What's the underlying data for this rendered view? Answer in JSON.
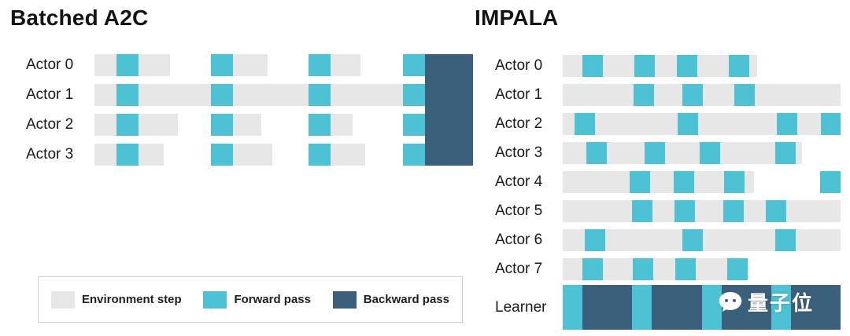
{
  "colors": {
    "env": "#e7e7e7",
    "fwd": "#4cc2d4",
    "bwd": "#3a607c",
    "text": "#1a1a1a"
  },
  "left": {
    "title": "Batched A2C",
    "rows": [
      {
        "label": "Actor 0",
        "segments": [
          [
            "env",
            28
          ],
          [
            "fwd",
            28
          ],
          [
            "env",
            40
          ],
          [
            "gap",
            52
          ],
          [
            "fwd",
            28
          ],
          [
            "env",
            44
          ],
          [
            "gap",
            52
          ],
          [
            "fwd",
            28
          ],
          [
            "env",
            38
          ],
          [
            "gap",
            54
          ],
          [
            "fwd",
            28
          ]
        ]
      },
      {
        "label": "Actor 1",
        "segments": [
          [
            "env",
            28
          ],
          [
            "fwd",
            28
          ],
          [
            "env",
            92
          ],
          [
            "fwd",
            28
          ],
          [
            "env",
            96
          ],
          [
            "fwd",
            28
          ],
          [
            "env",
            92
          ],
          [
            "fwd",
            28
          ]
        ]
      },
      {
        "label": "Actor 2",
        "segments": [
          [
            "env",
            28
          ],
          [
            "fwd",
            28
          ],
          [
            "env",
            50
          ],
          [
            "gap",
            42
          ],
          [
            "fwd",
            28
          ],
          [
            "env",
            36
          ],
          [
            "gap",
            60
          ],
          [
            "fwd",
            28
          ],
          [
            "env",
            28
          ],
          [
            "gap",
            64
          ],
          [
            "fwd",
            28
          ]
        ]
      },
      {
        "label": "Actor 3",
        "segments": [
          [
            "env",
            28
          ],
          [
            "fwd",
            28
          ],
          [
            "env",
            32
          ],
          [
            "gap",
            60
          ],
          [
            "fwd",
            28
          ],
          [
            "env",
            50
          ],
          [
            "gap",
            46
          ],
          [
            "fwd",
            28
          ],
          [
            "env",
            44
          ],
          [
            "gap",
            48
          ],
          [
            "fwd",
            28
          ]
        ]
      }
    ],
    "backward_pass_spans_all_rows": true
  },
  "right": {
    "title": "IMPALA",
    "rows": [
      {
        "label": "Actor 0",
        "segments": [
          [
            "env",
            25
          ],
          [
            "fwd",
            26
          ],
          [
            "env",
            40
          ],
          [
            "fwd",
            26
          ],
          [
            "env",
            28
          ],
          [
            "fwd",
            26
          ],
          [
            "env",
            40
          ],
          [
            "fwd",
            26
          ],
          [
            "env",
            10
          ]
        ]
      },
      {
        "label": "Actor 1",
        "segments": [
          [
            "env",
            90
          ],
          [
            "fwd",
            26
          ],
          [
            "env",
            36
          ],
          [
            "fwd",
            26
          ],
          [
            "env",
            40
          ],
          [
            "fwd",
            26
          ],
          [
            "env",
            109
          ]
        ]
      },
      {
        "label": "Actor 2",
        "segments": [
          [
            "env",
            15
          ],
          [
            "fwd",
            26
          ],
          [
            "env",
            105
          ],
          [
            "fwd",
            26
          ],
          [
            "env",
            100
          ],
          [
            "fwd",
            26
          ],
          [
            "env",
            30
          ],
          [
            "fwd",
            25
          ]
        ]
      },
      {
        "label": "Actor 3",
        "segments": [
          [
            "env",
            30
          ],
          [
            "fwd",
            26
          ],
          [
            "env",
            48
          ],
          [
            "fwd",
            26
          ],
          [
            "env",
            44
          ],
          [
            "fwd",
            26
          ],
          [
            "env",
            70
          ],
          [
            "fwd",
            26
          ],
          [
            "env",
            8
          ]
        ]
      },
      {
        "label": "Actor 4",
        "segments": [
          [
            "env",
            85
          ],
          [
            "fwd",
            26
          ],
          [
            "env",
            30
          ],
          [
            "fwd",
            26
          ],
          [
            "env",
            38
          ],
          [
            "fwd",
            26
          ],
          [
            "env",
            12
          ],
          [
            "gap",
            84
          ],
          [
            "fwd",
            26
          ]
        ]
      },
      {
        "label": "Actor 5",
        "segments": [
          [
            "env",
            88
          ],
          [
            "fwd",
            26
          ],
          [
            "env",
            28
          ],
          [
            "fwd",
            26
          ],
          [
            "env",
            36
          ],
          [
            "fwd",
            26
          ],
          [
            "env",
            28
          ],
          [
            "fwd",
            26
          ],
          [
            "env",
            69
          ]
        ]
      },
      {
        "label": "Actor 6",
        "segments": [
          [
            "env",
            28
          ],
          [
            "fwd",
            26
          ],
          [
            "env",
            98
          ],
          [
            "fwd",
            26
          ],
          [
            "env",
            92
          ],
          [
            "fwd",
            26
          ],
          [
            "env",
            57
          ]
        ]
      },
      {
        "label": "Actor 7",
        "segments": [
          [
            "env",
            25
          ],
          [
            "fwd",
            26
          ],
          [
            "env",
            38
          ],
          [
            "fwd",
            26
          ],
          [
            "env",
            28
          ],
          [
            "fwd",
            26
          ],
          [
            "env",
            40
          ],
          [
            "fwd",
            26
          ]
        ]
      }
    ],
    "learner": {
      "label": "Learner",
      "segments": [
        [
          "fwd",
          25
        ],
        [
          "bwd",
          63
        ],
        [
          "fwd",
          25
        ],
        [
          "bwd",
          64
        ],
        [
          "fwd",
          25
        ],
        [
          "bwd",
          63
        ],
        [
          "fwd",
          25
        ],
        [
          "bwd",
          63
        ]
      ]
    }
  },
  "legend": {
    "items": [
      {
        "label": "Environment step",
        "type": "env"
      },
      {
        "label": "Forward pass",
        "type": "fwd"
      },
      {
        "label": "Backward pass",
        "type": "bwd"
      }
    ]
  },
  "watermark": {
    "text": "量子位"
  }
}
